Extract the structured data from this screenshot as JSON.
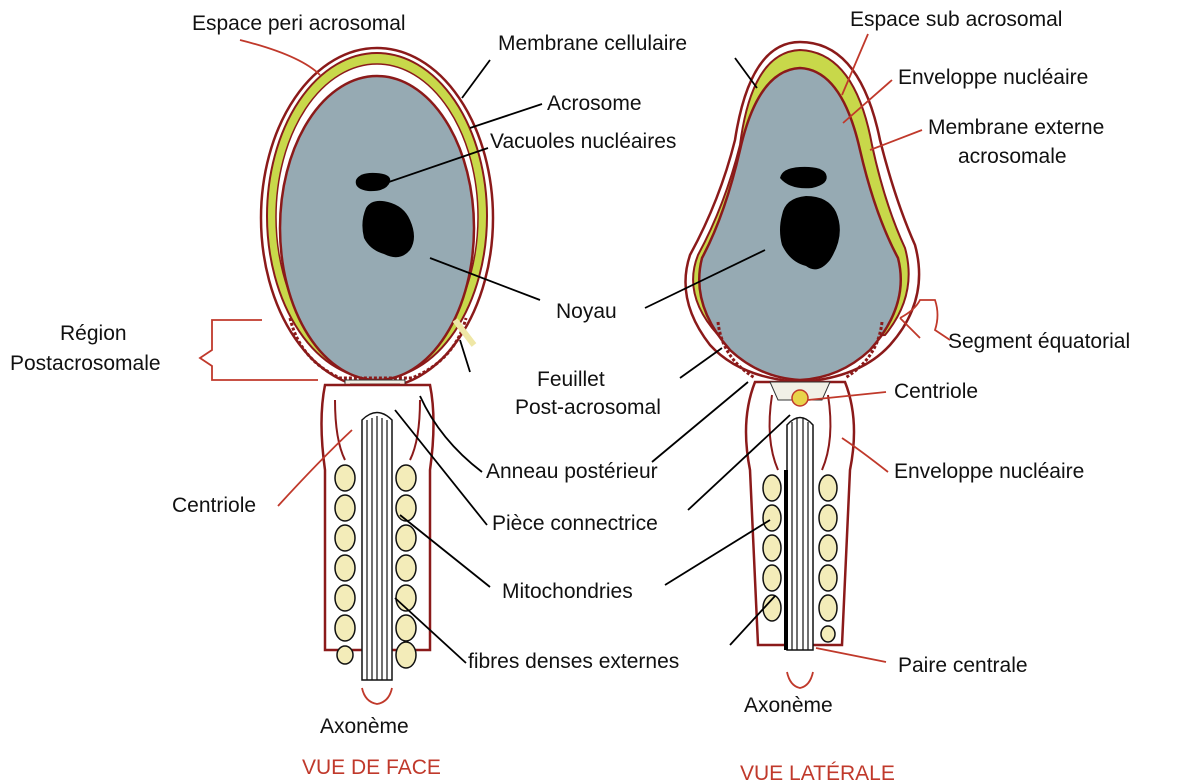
{
  "labels": {
    "espace_peri": "Espace peri acrosomal",
    "membrane_cellulaire": "Membrane cellulaire",
    "acrosome": "Acrosome",
    "vacuoles": "Vacuoles nucléaires",
    "noyau": "Noyau",
    "region_line1": "Région",
    "region_line2": "Postacrosomale",
    "feuillet_line1": "Feuillet",
    "feuillet_line2": "Post-acrosomal",
    "anneau": "Anneau postérieur",
    "centriole_left": "Centriole",
    "piece": "Pièce connectrice",
    "mito": "Mitochondries",
    "fibres": "fibres denses externes",
    "axoneme_left": "Axonème",
    "espace_sub": "Espace sub acrosomal",
    "enveloppe_top": "Enveloppe nucléaire",
    "membrane_ext_line1": "Membrane externe",
    "membrane_ext_line2": "acrosomale",
    "segment": "Segment équatorial",
    "centriole_right": "Centriole",
    "enveloppe_bottom": "Enveloppe nucléaire",
    "paire": "Paire centrale",
    "axoneme_right": "Axonème"
  },
  "captions": {
    "face": "VUE DE FACE",
    "laterale": "VUE LATÉRALE"
  },
  "colors": {
    "nucleus": "#96aab3",
    "acrosome": "#c8d84a",
    "membrane": "#8b1a1a",
    "mitochondria": "#f3ecb9",
    "collar": "#efe7a6",
    "vacuole": "#000000",
    "leader_red": "#c0392b",
    "caption": "#c0392b"
  }
}
